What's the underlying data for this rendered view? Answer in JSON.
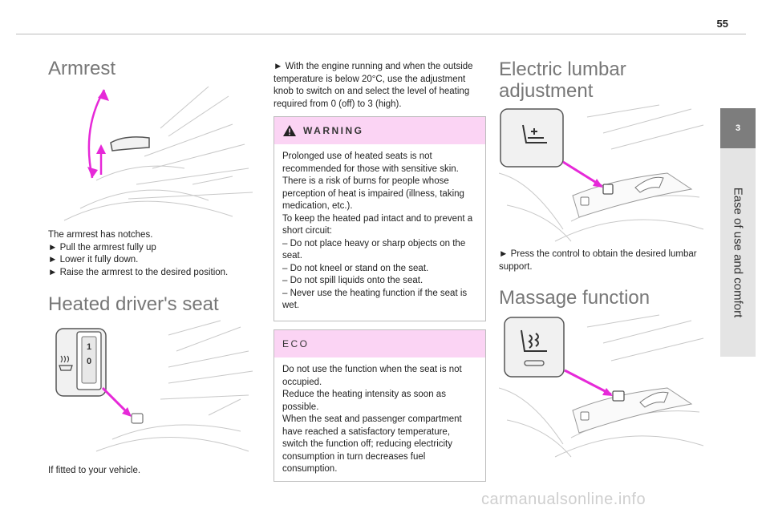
{
  "page_number": "55",
  "chapter": {
    "number": "3",
    "title": "Ease of use and comfort"
  },
  "armrest": {
    "title": "Armrest",
    "lines": [
      "The armrest has notches.",
      "► Pull the armrest fully up",
      "► Lower it fully down.",
      "► Raise the armrest to the desired position."
    ]
  },
  "heated_seat": {
    "title": "Heated driver's seat",
    "caption": "If fitted to your vehicle.",
    "knob_marks": [
      "1",
      "0"
    ]
  },
  "column2": {
    "intro": "► With the engine running and when the outside temperature is below 20°C, use the adjustment knob to switch on and select the level of heating required from 0 (off) to 3 (high).",
    "warning": {
      "title": "WARNING",
      "lines": [
        "Prolonged use of heated seats is not recommended for those with sensitive skin.",
        "There is a risk of burns for people whose perception of heat is impaired (illness, taking medication, etc.).",
        "To keep the heated pad intact and to prevent a short circuit:",
        "– Do not place heavy or sharp objects on the seat.",
        "– Do not kneel or stand on the seat.",
        "– Do not spill liquids onto the seat.",
        "– Never use the heating function if the seat is wet."
      ]
    },
    "eco": {
      "title": "ECO",
      "lines": [
        "Do not use the function when the seat is not occupied.",
        "Reduce the heating intensity as soon as possible.",
        "When the seat and passenger compartment have reached a satisfactory temperature, switch the function off; reducing electricity consumption in turn decreases fuel consumption."
      ]
    }
  },
  "lumbar": {
    "title": "Electric lumbar adjustment",
    "instruction": "► Press the control to obtain the desired lumbar support."
  },
  "massage": {
    "title": "Massage function"
  },
  "watermark": "carmanualsonline.info",
  "colors": {
    "accent": "#e629d8",
    "box_header": "#fbd4f4",
    "heading": "#777777",
    "tab": "#7d7d7d"
  }
}
